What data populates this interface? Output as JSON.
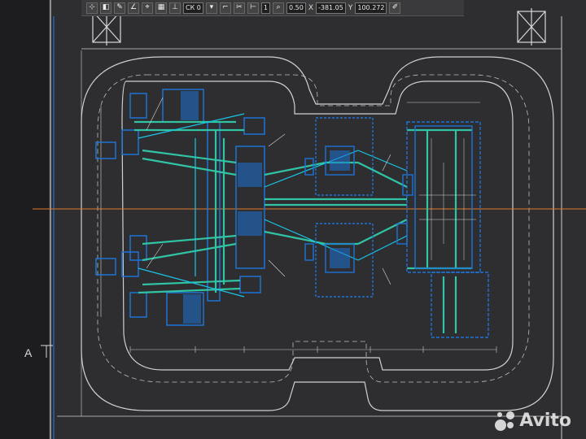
{
  "toolbar": {
    "coord_system": "СК 0",
    "line_weight": "1",
    "zoom": "0.50",
    "x_label": "X",
    "x_value": "-381.05",
    "y_label": "Y",
    "y_value": "100.272"
  },
  "drawing": {
    "corner_letter": "A",
    "line_colors": {
      "blue": "#1e73d6",
      "cyan": "#19c6e8",
      "teal": "#30c4a4",
      "white": "#d6d6d6",
      "orange": "#e07a2c"
    }
  },
  "watermark": {
    "brand": "Avito"
  }
}
